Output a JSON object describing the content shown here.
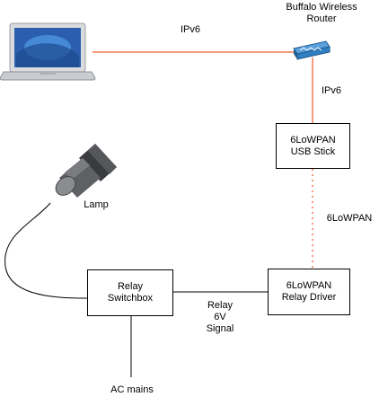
{
  "nodes": {
    "router": {
      "line1": "Buffalo Wireless",
      "line2": "Router"
    },
    "usb_stick": {
      "line1": "6LoWPAN",
      "line2": "USB Stick"
    },
    "relay_driver": {
      "line1": "6LoWPAN",
      "line2": "Relay Driver"
    },
    "relay_switchbox": {
      "line1": "Relay",
      "line2": "Switchbox"
    },
    "lamp": {
      "label": "Lamp"
    },
    "ac_mains": {
      "label": "AC mains"
    },
    "laptop": {
      "icon": "laptop-icon"
    }
  },
  "edges": {
    "laptop_router": {
      "label": "IPv6"
    },
    "router_usb": {
      "label": "IPv6"
    },
    "usb_driver": {
      "label": "6LoWPAN"
    },
    "switchbox_driver": {
      "line1": "Relay",
      "line2": "6V",
      "line3": "Signal"
    }
  },
  "colors": {
    "ipv6_link": "#f07a4f",
    "lowpan_link": "#f07a4f",
    "wire": "#000000",
    "router_body": "#2f7fc1",
    "screen": "#3d74c6"
  }
}
